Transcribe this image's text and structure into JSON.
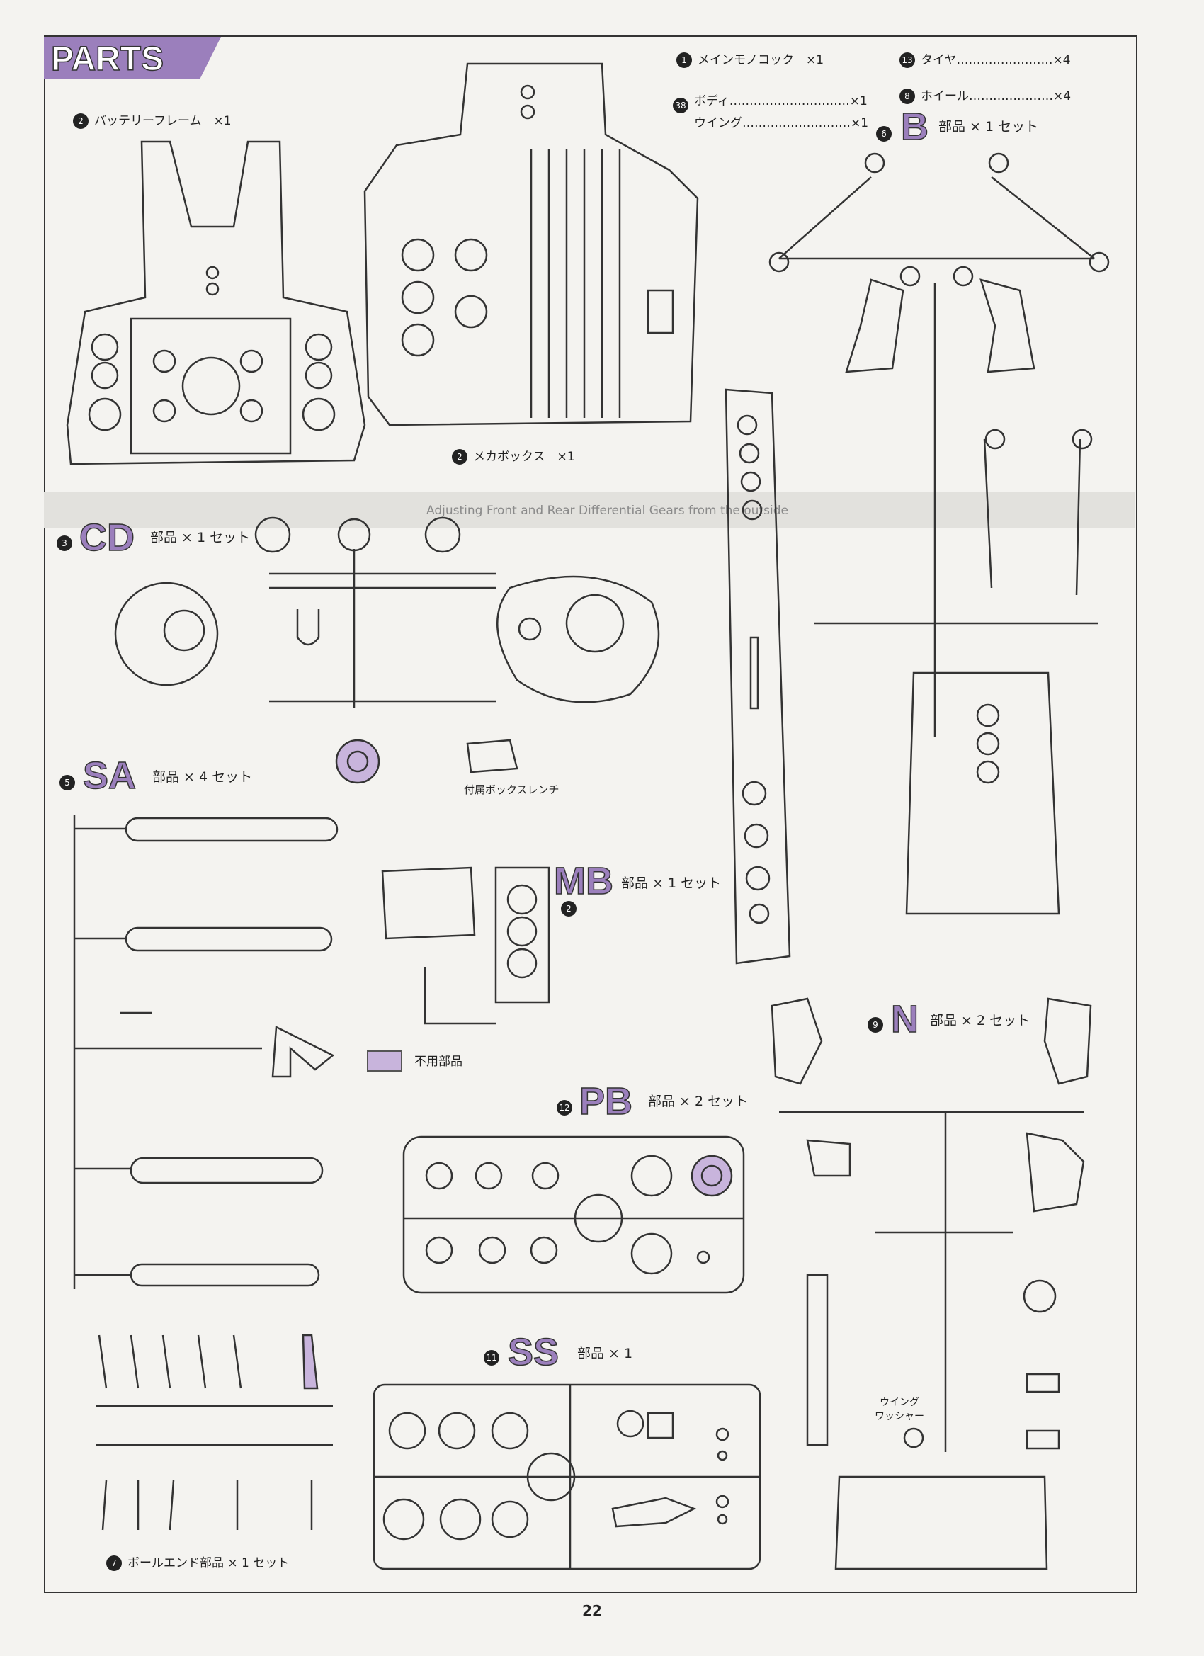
{
  "header": {
    "title": "PARTS"
  },
  "labels": {
    "main_monocoque": "メインモノコック　×1",
    "tires": "タイヤ……………………×4",
    "body": "ボディ…………………………×1",
    "wing": "ウイング………………………×1",
    "wheels": "ホイール…………………×4",
    "battery_frame": "バッテリーフレーム　×1",
    "mecha_box": "メカボックス　×1",
    "box_wrench": "付属ボックスレンチ",
    "unused_parts": "不用部品",
    "wing_washer_1": "ウイング",
    "wing_washer_2": "ワッシャー",
    "ball_end": "ボールエンド部品 × 1 セット"
  },
  "part_numbers": {
    "main_monocoque": "1",
    "tires": "13",
    "body_wing": "38",
    "wheels": "8",
    "battery_frame": "2",
    "mecha_box": "2",
    "ball_end": "7"
  },
  "sprues": {
    "b": {
      "num": "6",
      "code": "B",
      "qty": "部品 × 1 セット"
    },
    "cd": {
      "num": "3",
      "code": "CD",
      "qty": "部品 × 1 セット"
    },
    "sa": {
      "num": "5",
      "code": "SA",
      "qty": "部品 × 4 セット"
    },
    "mb": {
      "num": "2",
      "code": "MB",
      "qty": "部品 × 1 セット"
    },
    "n": {
      "num": "9",
      "code": "N",
      "qty": "部品 × 2 セット"
    },
    "pb": {
      "num": "12",
      "code": "PB",
      "qty": "部品 × 2 セット"
    },
    "ss": {
      "num": "11",
      "code": "SS",
      "qty": "部品 × 1"
    }
  },
  "band_text": "Adjusting Front and Rear Differential Gears from the outside",
  "footer": {
    "page_number": "22"
  },
  "colors": {
    "accent": "#9b7fbc",
    "unused_fill": "#c8b4dc",
    "ink": "#333333"
  }
}
